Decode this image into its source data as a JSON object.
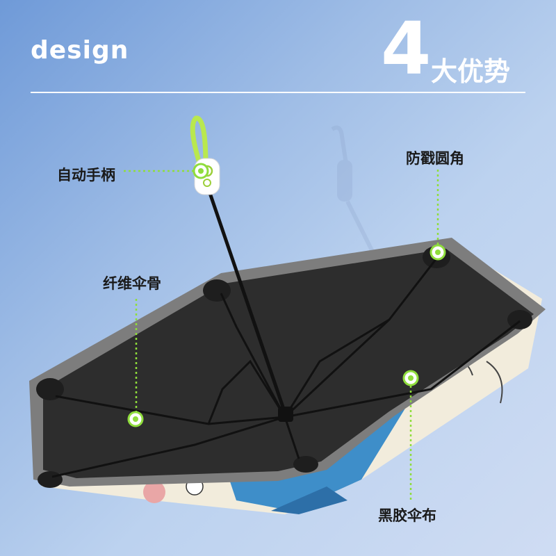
{
  "header": {
    "design_text": "design",
    "number": "4",
    "title": "大优势"
  },
  "features": {
    "handle": "自动手柄",
    "corner": "防戳圆角",
    "rib": "纤维伞骨",
    "fabric": "黑胶伞布"
  },
  "colors": {
    "accent_green": "#8fdd3c",
    "canopy_dark": "#2c2c2c",
    "rim_gray": "#7d7d7d"
  }
}
